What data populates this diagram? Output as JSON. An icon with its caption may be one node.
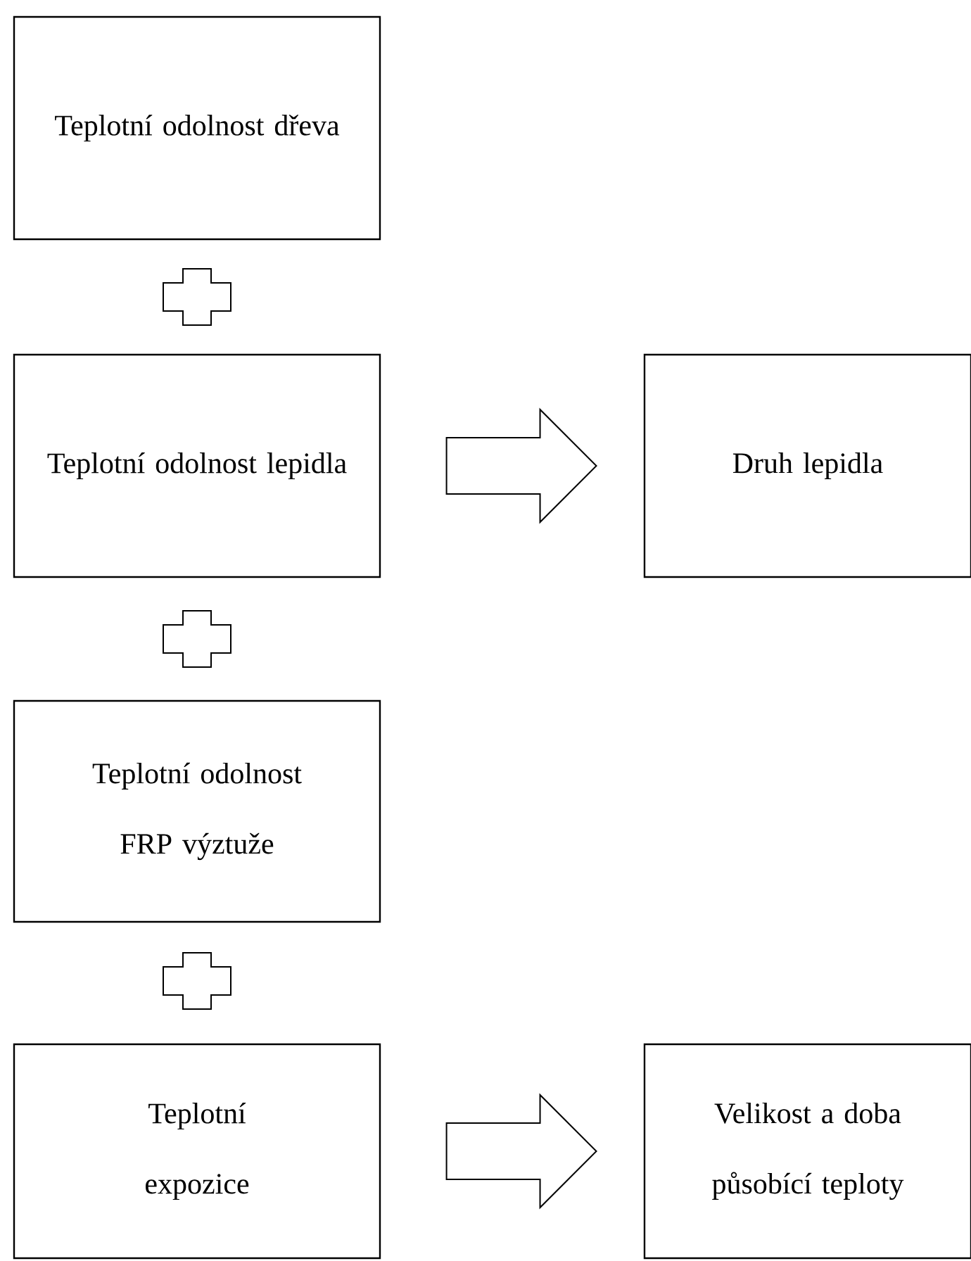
{
  "diagram": {
    "nodes": [
      {
        "text": [
          "Teplotní odolnost dřeva"
        ]
      },
      {
        "text": [
          "Teplotní odolnost lepidla"
        ]
      },
      {
        "text": [
          "Druh lepidla"
        ]
      },
      {
        "text": [
          "Teplotní odolnost FRP výztuže"
        ]
      },
      {
        "text": [
          "Teplotní expozice"
        ]
      },
      {
        "text": [
          "Velikost a doba působící teploty"
        ]
      }
    ],
    "edges": [
      {
        "from": 1,
        "to": 2,
        "arrow": "to"
      },
      {
        "from": 4,
        "to": 5,
        "arrow": "to"
      }
    ]
  }
}
